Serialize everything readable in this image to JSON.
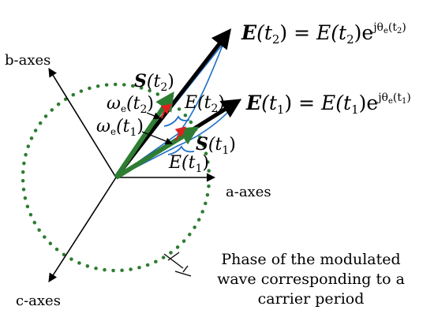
{
  "axes": {
    "a_label": "a-axes",
    "b_label": "b-axes",
    "c_label": "c-axes"
  },
  "vectors": {
    "E_t2": {
      "bold": "E",
      "arg_open": "(t",
      "sub": "2",
      "arg_close": ")",
      "eq": " = E(t",
      "eq_sub": "2",
      "eq_close": ")e",
      "sup": "jθ",
      "sup_sub": "e",
      "sup_tail": "(t",
      "sup_tail_sub": "2",
      "sup_close": ")"
    },
    "E_t1": {
      "bold": "E",
      "arg_open": "(t",
      "sub": "1",
      "arg_close": ")",
      "eq": " = E(t",
      "eq_sub": "1",
      "eq_close": ")e",
      "sup": "jθ",
      "sup_sub": "e",
      "sup_tail": "(t",
      "sup_tail_sub": "1",
      "sup_close": ")"
    },
    "S_t2": {
      "bold": "S",
      "open": "(t",
      "sub": "2",
      "close": ")"
    },
    "S_t1": {
      "bold": "S",
      "open": "(t",
      "sub": "1",
      "close": ")"
    }
  },
  "annotations": {
    "omega_t2": {
      "sym": "ω",
      "sub": "e",
      "open": "(t",
      "tsub": "2",
      "close": ")"
    },
    "omega_t1": {
      "sym": "ω",
      "sub": "e",
      "open": "(t",
      "tsub": "1",
      "close": ")"
    },
    "mag_t2": {
      "sym": "E(t",
      "sub": "2",
      "close": ")"
    },
    "mag_t1": {
      "sym": "E(t",
      "sub": "1",
      "close": ")"
    }
  },
  "caption": {
    "line1": "Phase of the modulated",
    "line2": "wave corresponding to a",
    "line3": "carrier period"
  },
  "colors": {
    "axis": "#000000",
    "E_vector": "#000000",
    "S_vector": "#2e7d32",
    "sector_outline": "#1f6fc5",
    "omega_arc": "#e02020",
    "dotted_circle": "#2e7d32"
  }
}
